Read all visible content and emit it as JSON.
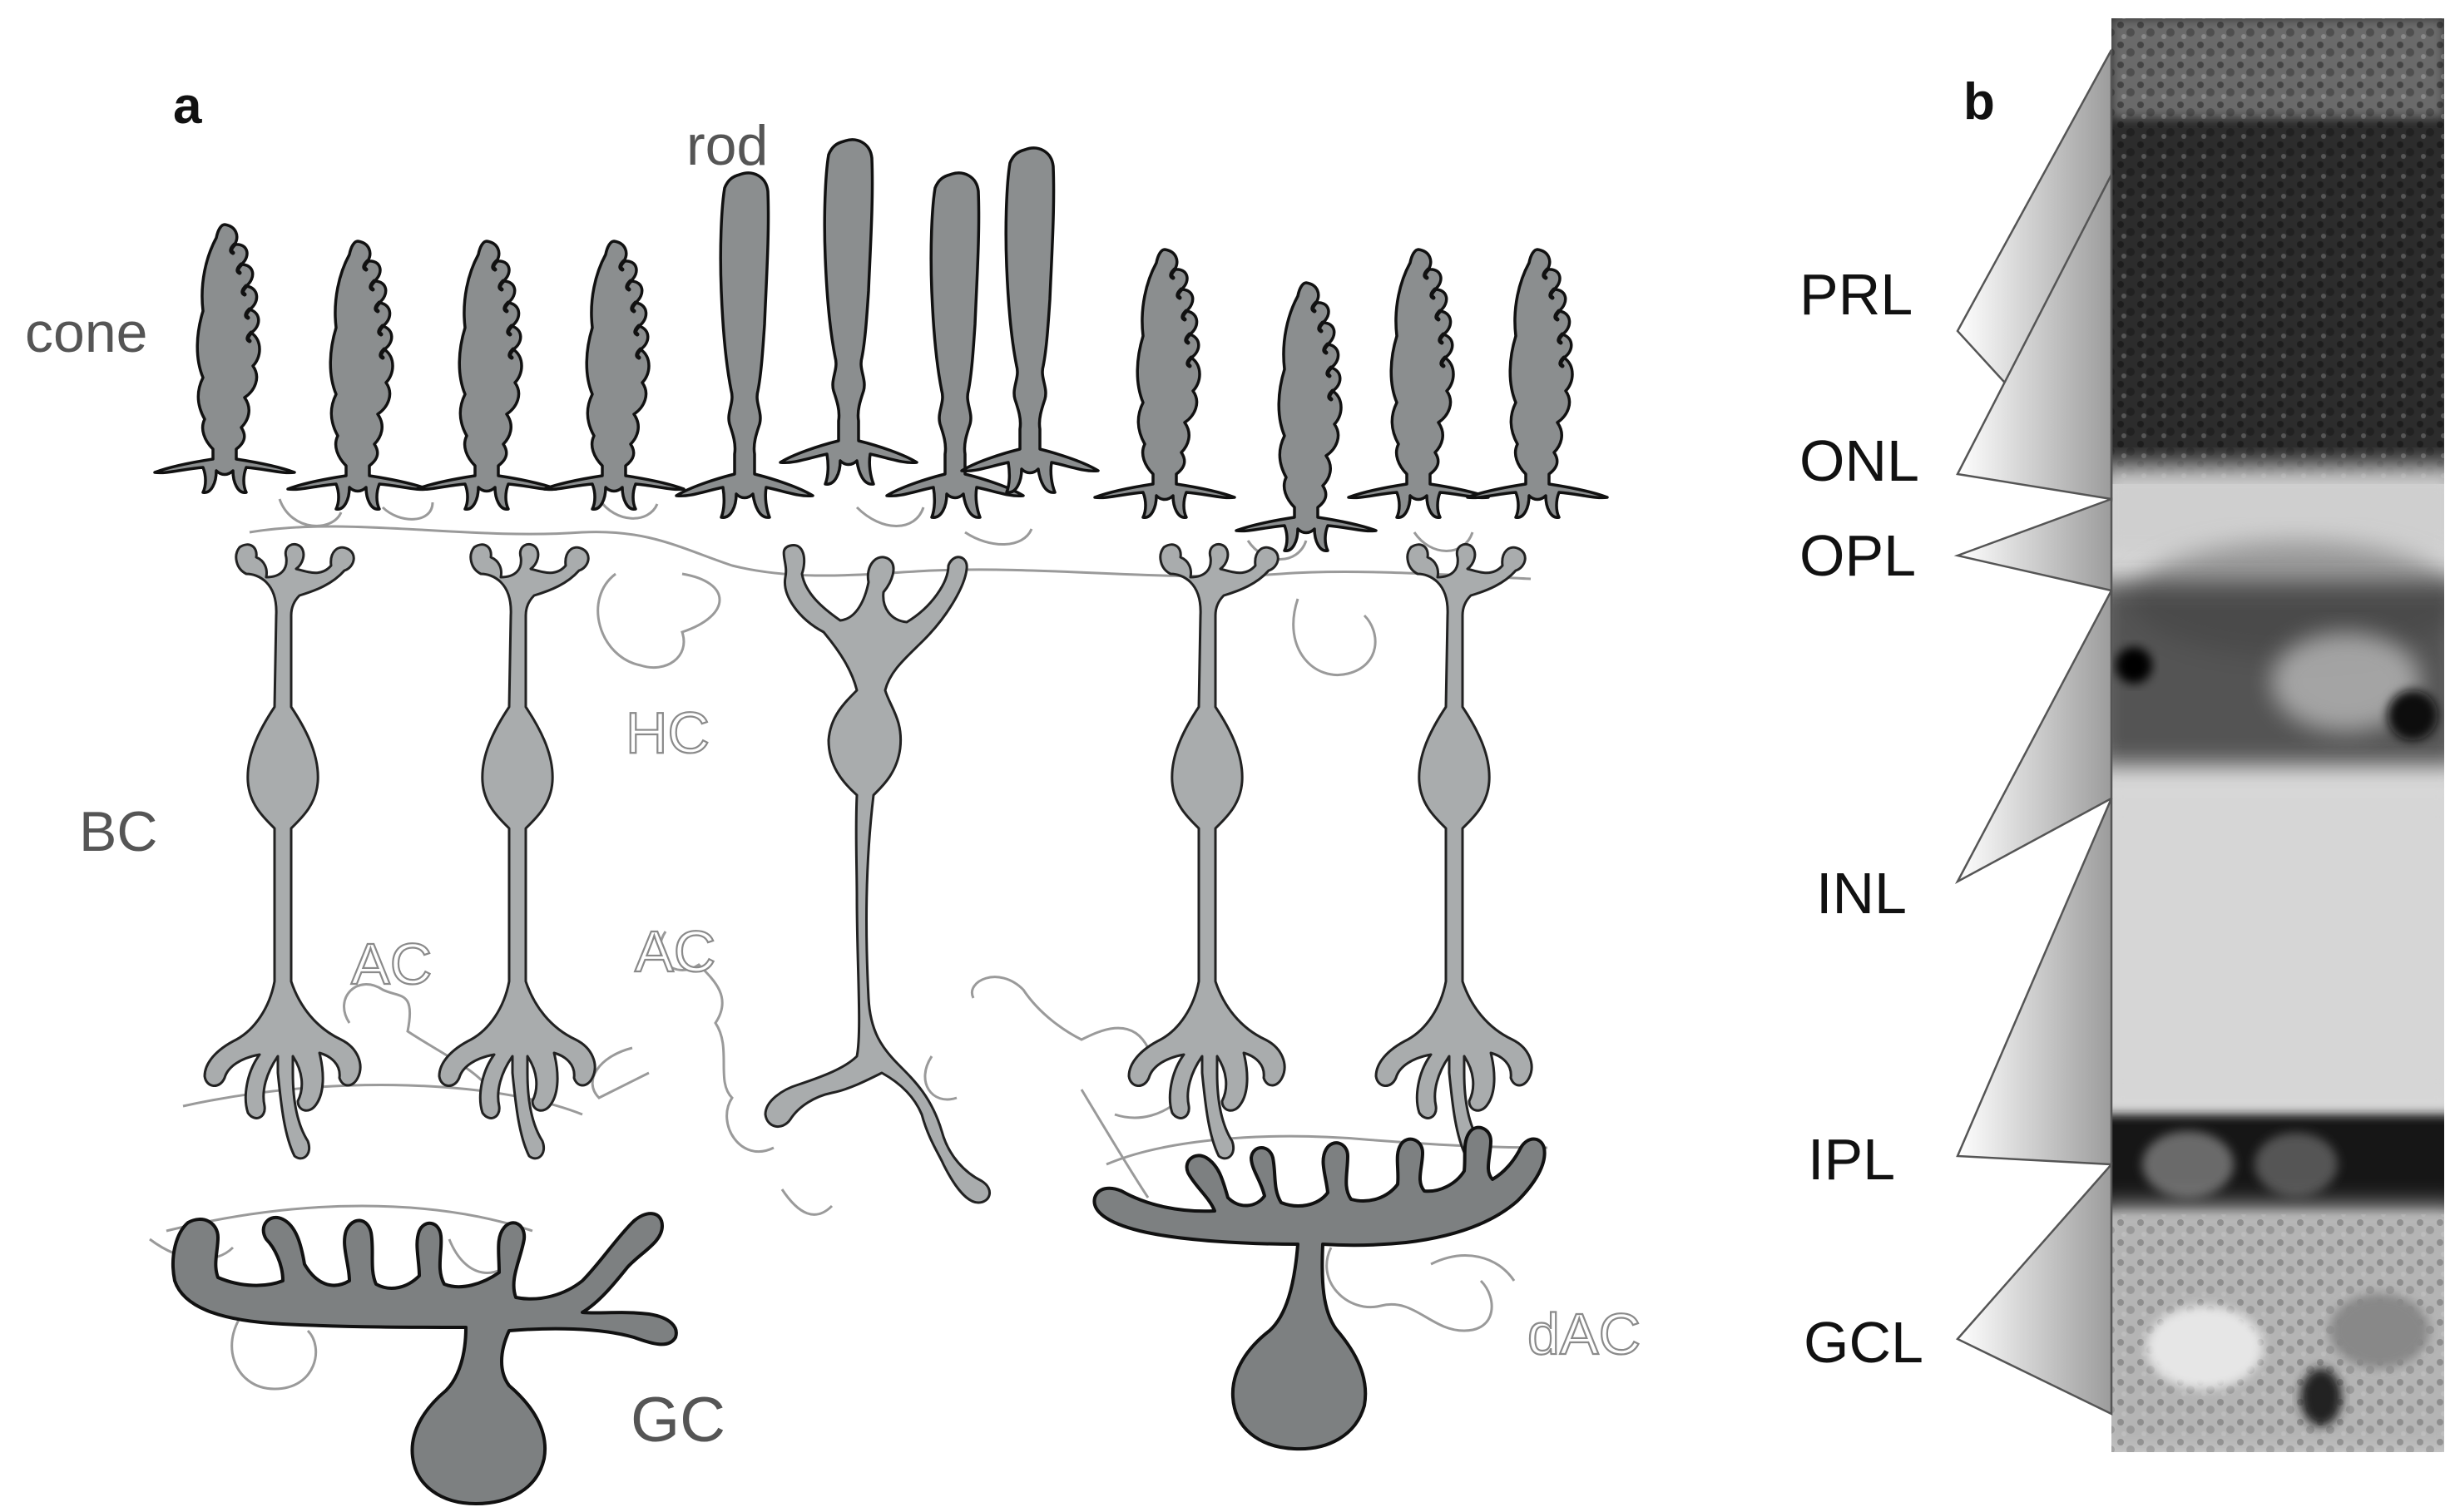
{
  "panel_a": {
    "letter": "a",
    "labels": {
      "cone": "cone",
      "rod": "rod",
      "hc": "HC",
      "bc": "BC",
      "ac_left": "AC",
      "ac_right": "AC",
      "gc": "GC",
      "dac": "dAC"
    }
  },
  "panel_b": {
    "letter": "b",
    "layers": [
      "PRL",
      "ONL",
      "OPL",
      "INL",
      "IPL",
      "GCL"
    ]
  }
}
